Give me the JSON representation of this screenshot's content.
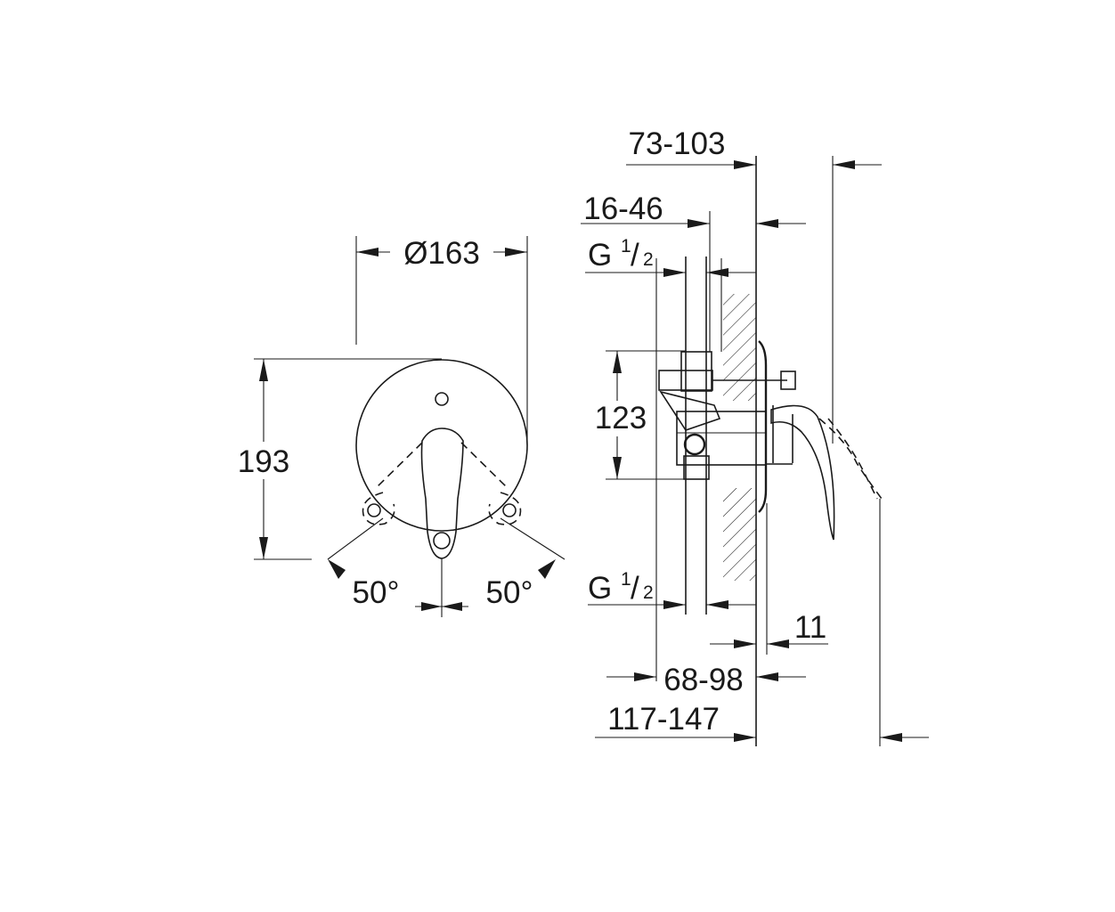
{
  "front_view": {
    "diameter": "Ø163",
    "height": "193",
    "angle_left": "50°",
    "angle_right": "50°"
  },
  "side_view": {
    "dim_73_103": "73-103",
    "dim_16_46": "16-46",
    "thread_top": {
      "main": "G",
      "numerator": "1",
      "slash": "/",
      "denominator": "2"
    },
    "dim_123": "123",
    "thread_bottom": {
      "main": "G",
      "numerator": "1",
      "slash": "/",
      "denominator": "2"
    },
    "dim_11": "11",
    "dim_68_98": "68-98",
    "dim_117_147": "117-147"
  }
}
